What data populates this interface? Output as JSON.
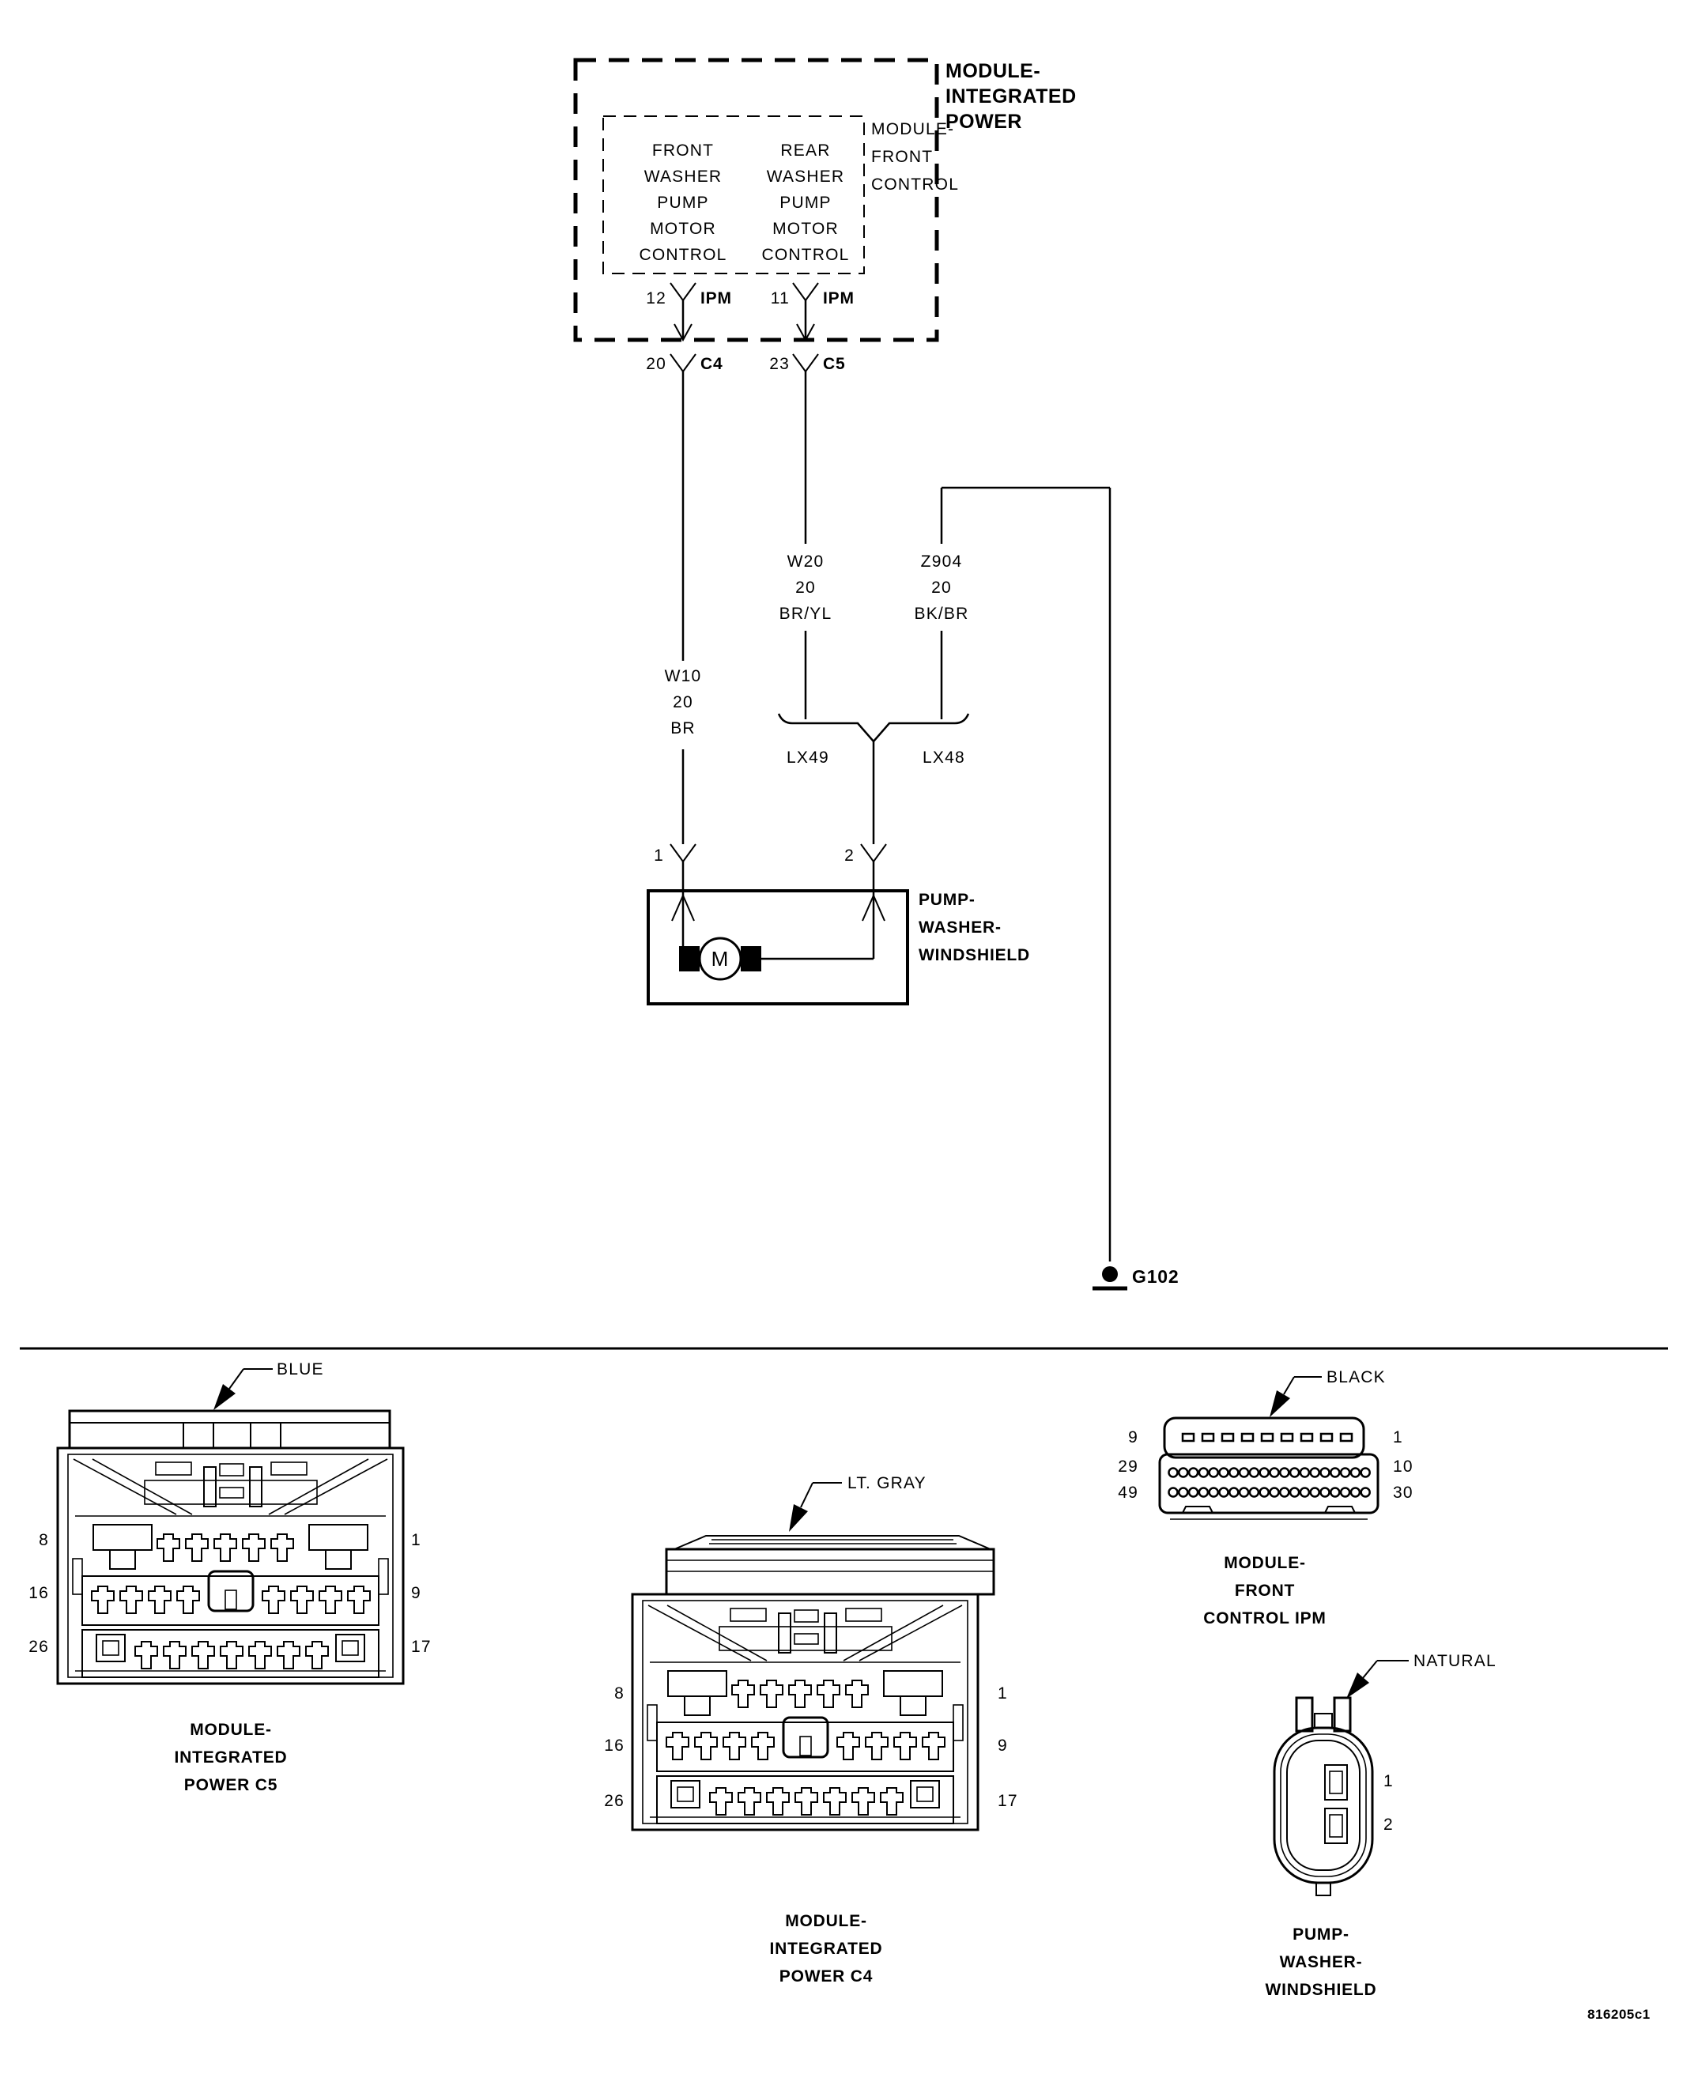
{
  "schematic": {
    "module_integrated_power": [
      "MODULE-",
      "INTEGRATED",
      "POWER"
    ],
    "module_front_control": [
      "MODULE-",
      "FRONT",
      "CONTROL"
    ],
    "front_washer_pump": [
      "FRONT",
      "WASHER",
      "PUMP",
      "MOTOR",
      "CONTROL"
    ],
    "rear_washer_pump": [
      "REAR",
      "WASHER",
      "PUMP",
      "MOTOR",
      "CONTROL"
    ],
    "pin12": "12",
    "pin11": "11",
    "ipm_label": "IPM",
    "pin20": "20",
    "c4_label": "C4",
    "pin23": "23",
    "c5_label": "C5",
    "wire_w10": [
      "W10",
      "20",
      "BR"
    ],
    "wire_w20": [
      "W20",
      "20",
      "BR/YL"
    ],
    "wire_z904": [
      "Z904",
      "20",
      "BK/BR"
    ],
    "splice_left": "LX49",
    "splice_right": "LX48",
    "pump_pin1": "1",
    "pump_pin2": "2",
    "motor_label": "M",
    "pump_label": [
      "PUMP-",
      "WASHER-",
      "WINDSHIELD"
    ],
    "ground_label": "G102"
  },
  "connectors": {
    "c5": {
      "color_label": "BLUE",
      "pins_left": [
        "8",
        "16",
        "26"
      ],
      "pins_right": [
        "1",
        "9",
        "17"
      ],
      "caption": [
        "MODULE-",
        "INTEGRATED",
        "POWER C5"
      ]
    },
    "c4": {
      "color_label": "LT. GRAY",
      "pins_left": [
        "8",
        "16",
        "26"
      ],
      "pins_right": [
        "1",
        "9",
        "17"
      ],
      "caption": [
        "MODULE-",
        "INTEGRATED",
        "POWER C4"
      ]
    },
    "ipm": {
      "color_label": "BLACK",
      "pins_left": [
        "9",
        "29",
        "49"
      ],
      "pins_right": [
        "1",
        "10",
        "30"
      ],
      "caption": [
        "MODULE-",
        "FRONT",
        "CONTROL IPM"
      ]
    },
    "pump": {
      "color_label": "NATURAL",
      "pins_right": [
        "1",
        "2"
      ],
      "caption": [
        "PUMP-",
        "WASHER-",
        "WINDSHIELD"
      ]
    }
  },
  "figure_id": "816205c1"
}
